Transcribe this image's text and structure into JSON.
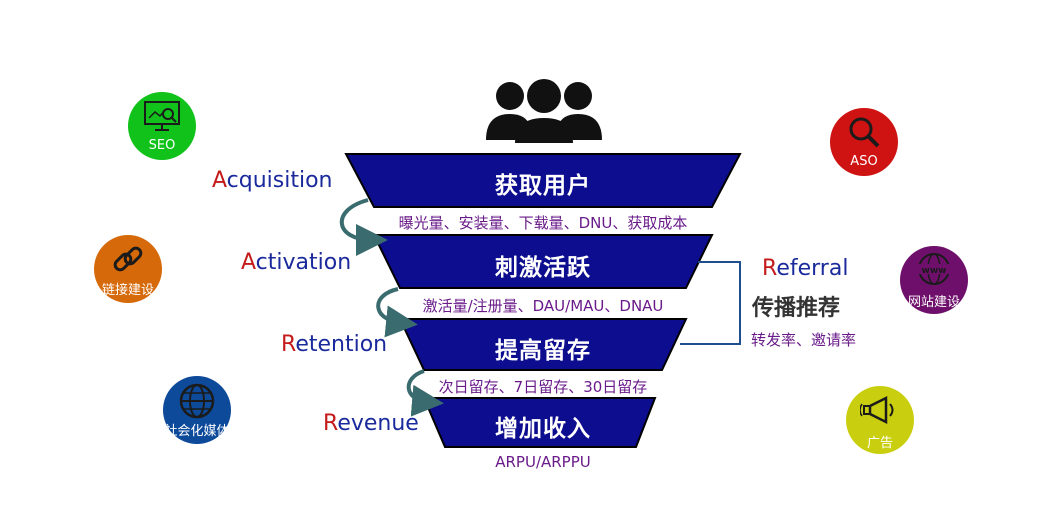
{
  "funnel": {
    "stages": [
      {
        "title": "获取用户",
        "metrics": "曝光量、安装量、下载量、DNU、获取成本",
        "label_first": "A",
        "label_rest": "cquisition"
      },
      {
        "title": "刺激活跃",
        "metrics": "激活量/注册量、DAU/MAU、DNAU",
        "label_first": "A",
        "label_rest": "ctivation"
      },
      {
        "title": "提高留存",
        "metrics": "次日留存、7日留存、30日留存",
        "label_first": "R",
        "label_rest": "etention"
      },
      {
        "title": "增加收入",
        "metrics": "ARPU/ARPPU",
        "label_first": "R",
        "label_rest": "evenue"
      }
    ],
    "fill_color": "#0d0d8f"
  },
  "referral": {
    "label_first": "R",
    "label_rest": "eferral",
    "title": "传播推荐",
    "metrics": "转发率、邀请率"
  },
  "channels": [
    {
      "label": "SEO",
      "icon": "monitor-search-icon",
      "color": "#10c21a"
    },
    {
      "label": "链接建设",
      "icon": "link-icon",
      "color": "#d66a0a"
    },
    {
      "label": "社会化媒体",
      "icon": "globe-icon",
      "color": "#0e4a9a"
    },
    {
      "label": "ASO",
      "icon": "search-icon",
      "color": "#cf1212"
    },
    {
      "label": "网站建设",
      "icon": "www-icon",
      "color": "#6e0f6b"
    },
    {
      "label": "广告",
      "icon": "megaphone-icon",
      "color": "#c9cf0f"
    }
  ]
}
